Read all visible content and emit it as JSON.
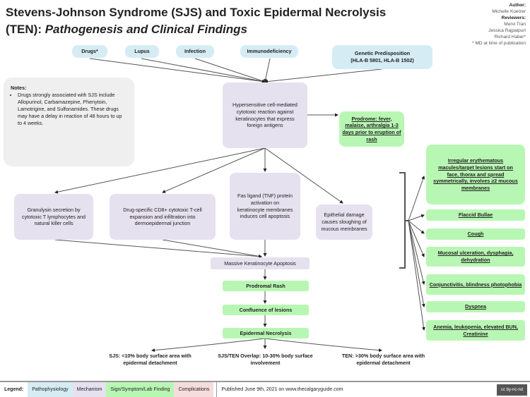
{
  "title": {
    "main": "Stevens-Johnson Syndrome (SJS) and Toxic Epidermal Necrolysis",
    "abbr": "(TEN): ",
    "subtitle": "Pathogenesis and Clinical Findings"
  },
  "credits": {
    "author_label": "Author:",
    "author": "Michelle Koelzer",
    "reviewers_label": "Reviewers:",
    "reviewers": [
      "Mervi Tran",
      "Jessica Rajpalpuri",
      "Richard Haber*"
    ],
    "footnote": "* MD at time of publication"
  },
  "causes": [
    "Drugs*",
    "Lupus",
    "Infection",
    "Immunodeficiency"
  ],
  "genetic": {
    "line1": "Genetic Predisposition",
    "line2": "(HLA-B 5801, HLA-B 1502)"
  },
  "notes": {
    "heading": "Notes:",
    "text": "Drugs strongly associated with SJS include Allopurinol, Carbamazepine, Phenytoin, Lamotrigine, and Sulfonamides. These drugs may have a delay in reaction of 48 hours to up to 4 weeks."
  },
  "hypersensitive": "Hypersensitive cell-mediated cytotoxic reaction against keratinocytes that express foreign antigens",
  "prodrome": "Prodrome: fever, malaise, arthralgia 1-3 days prior to eruption of rash",
  "mechanisms": {
    "granulysin": "Granulysin secretion by cytotoxic T lymphocytes and natural killer cells",
    "cd8": "Drug-specific CD8+ cytotoxic T-cell expansion and infiltration into dermoepidermal junction",
    "fas": "Fas ligand (TNF) protein activation on keratinocyte membranes induces cell apoptosis",
    "epithelial": "Epithelial damage causes sloughing of mucous membranes"
  },
  "apoptosis": "Massive Keratinocyte Apoptosis",
  "progression": [
    "Prodromal Rash",
    "Confluence of lesions",
    "Epidermal Necrolysis"
  ],
  "outcomes": [
    "SJS: <10% body surface area with epidermal detachment",
    "SJS/TEN Overlap: 10-30% body surface involvement",
    "TEN: >30% body surface area with epidermal detachment"
  ],
  "findings": [
    "Irregular erythematous macules/target lesions start on face, thorax and spread symmetrically, involves ≥2 mucous membranes",
    "Flaccid Bullae",
    "Cough",
    "Mucosal ulceration, dysphagia, dehydration",
    "Conjunctivitis, blindness photophobia",
    "Dyspnea",
    "Anemia, leukopenia, elevated BUN, Creatinine"
  ],
  "legend": {
    "label": "Legend:",
    "items": [
      "Pathophysiology",
      "Mechanism",
      "Sign/Symptom/Lab Finding",
      "Complications"
    ],
    "published": "Published June 9th, 2021 on www.thecalgaryguide.com",
    "license": "cc by-nc-nd"
  },
  "colors": {
    "pathophysiology": "#d6ecf5",
    "mechanism": "#e6e1ee",
    "sign": "#b8f7b3",
    "complications": "#f6dcdc"
  }
}
